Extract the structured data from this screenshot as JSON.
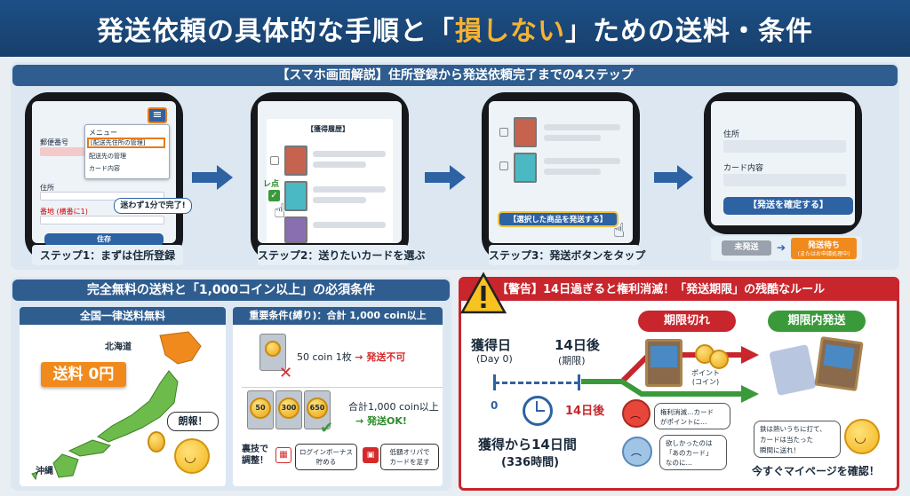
{
  "header": {
    "pre": "発送依頼の具体的な手順と「",
    "highlight": "損しない",
    "post": "」ための送料・条件"
  },
  "steps_section": {
    "title": "【スマホ画面解説】住所登録から発送依頼完了までの4ステップ",
    "step1": {
      "menu_title": "メニュー",
      "menu_items": [
        "[配送先住所の管理]",
        "配送先の管理",
        "カード内容"
      ],
      "fields": [
        "郵便番号",
        "住所",
        "番地 (横番に1)"
      ],
      "bubble": "迷わず1分で完了!",
      "button": "住存",
      "caption": "ステップ1：まずは住所登録"
    },
    "step2": {
      "header": "【獲得履歴】",
      "check": "レ点",
      "caption": "ステップ2：送りたいカードを選ぶ"
    },
    "step3": {
      "button": "【選択した商品を発送する】",
      "caption": "ステップ3：発送ボタンをタップ"
    },
    "step4": {
      "field1": "住所",
      "field2": "カード内容",
      "button": "【発送を確定する】",
      "status_from": "未発送",
      "status_to": "発送待ち",
      "status_to_sub": "(またはお申請処理中)"
    }
  },
  "shipping": {
    "title": "完全無料の送料と「1,000コイン以上」の必須条件",
    "free_title": "全国一律送料無料",
    "hokkaido": "北海道",
    "okinawa": "沖縄",
    "badge": "送料 0円",
    "good_news": "朗報！",
    "cond_title": "重要条件(縛り)：合計 1,000 coin以上",
    "single": "50 coin 1枚",
    "single_result": "→ 発送不可",
    "combo": "合計1,000 coin以上",
    "combo_result": "→ 発送OK!",
    "coins": [
      "50",
      "300",
      "650"
    ],
    "trick": "裏技で\n調整！",
    "tip1": "ログインボーナス\n貯める",
    "tip2": "低額オリパで\nカードを足す"
  },
  "warning": {
    "title": "【警告】14日過ぎると権利消滅！「発送期限」の残酷なルール",
    "day0": "獲得日",
    "day0_sub": "(Day 0)",
    "day14": "14日後",
    "day14_sub": "(期限)",
    "axis0": "0",
    "axis14": "14日後",
    "period": "獲得から14日間",
    "period_sub": "(336時間)",
    "expired": "期限切れ",
    "intime": "期限内発送",
    "points": "ポイント\n(コイン)",
    "sad1": "権利消滅…カード\nがポイントに…",
    "sad2": "欲しかったのは\n「あのカード」\nなのに…",
    "happy": "鉄は熱いうちに打て、\nカードは当たった\n瞬間に送れ！",
    "cta": "今すぐマイページを確認！"
  },
  "colors": {
    "navy": "#1d4f85",
    "accent": "#f6b233",
    "warn": "#c8252c",
    "green": "#3a9a3a"
  }
}
